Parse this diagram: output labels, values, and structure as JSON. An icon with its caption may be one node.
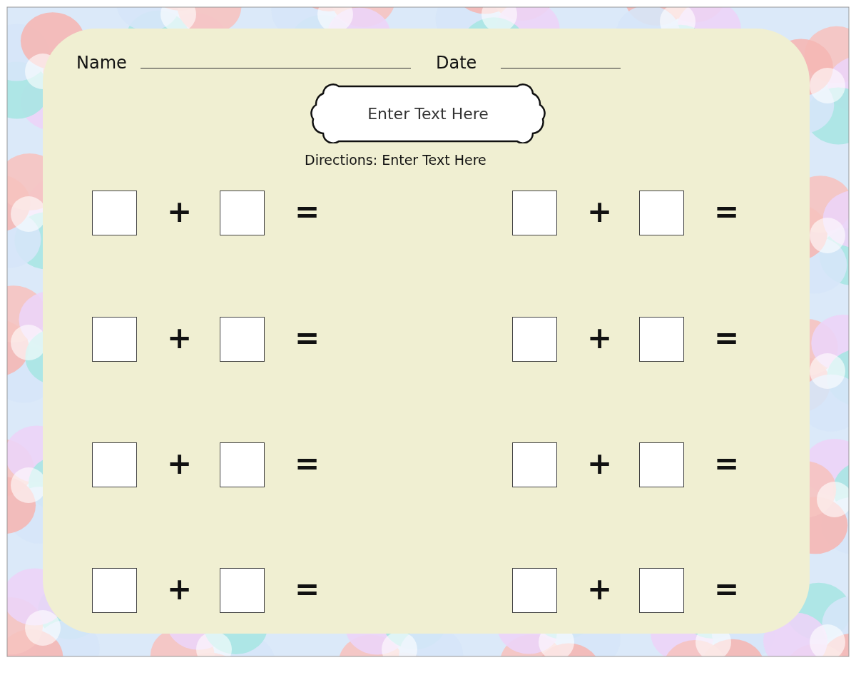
{
  "diagram": {
    "nodes": [
      {
        "text": [
          "Enter Text Here"
        ]
      },
      {
        "text": [],
        "shape": "box"
      },
      {
        "text": [],
        "shape": "box"
      },
      {
        "text": [],
        "shape": "box"
      },
      {
        "text": [],
        "shape": "box"
      },
      {
        "text": [],
        "shape": "box"
      },
      {
        "text": [],
        "shape": "box"
      },
      {
        "text": [],
        "shape": "box"
      },
      {
        "text": [],
        "shape": "box"
      },
      {
        "text": [],
        "shape": "box"
      },
      {
        "text": [],
        "shape": "box"
      },
      {
        "text": [],
        "shape": "box"
      },
      {
        "text": [],
        "shape": "box"
      },
      {
        "text": [],
        "shape": "box"
      },
      {
        "text": [],
        "shape": "box"
      },
      {
        "text": [],
        "shape": "box"
      },
      {
        "text": [],
        "shape": "box"
      }
    ],
    "labels": [
      "Name",
      "Date",
      "Directions: Enter Text Here",
      "+",
      "=",
      "+",
      "=",
      "+",
      "=",
      "+",
      "=",
      "+",
      "=",
      "+",
      "=",
      "+",
      "=",
      "+",
      "="
    ]
  }
}
